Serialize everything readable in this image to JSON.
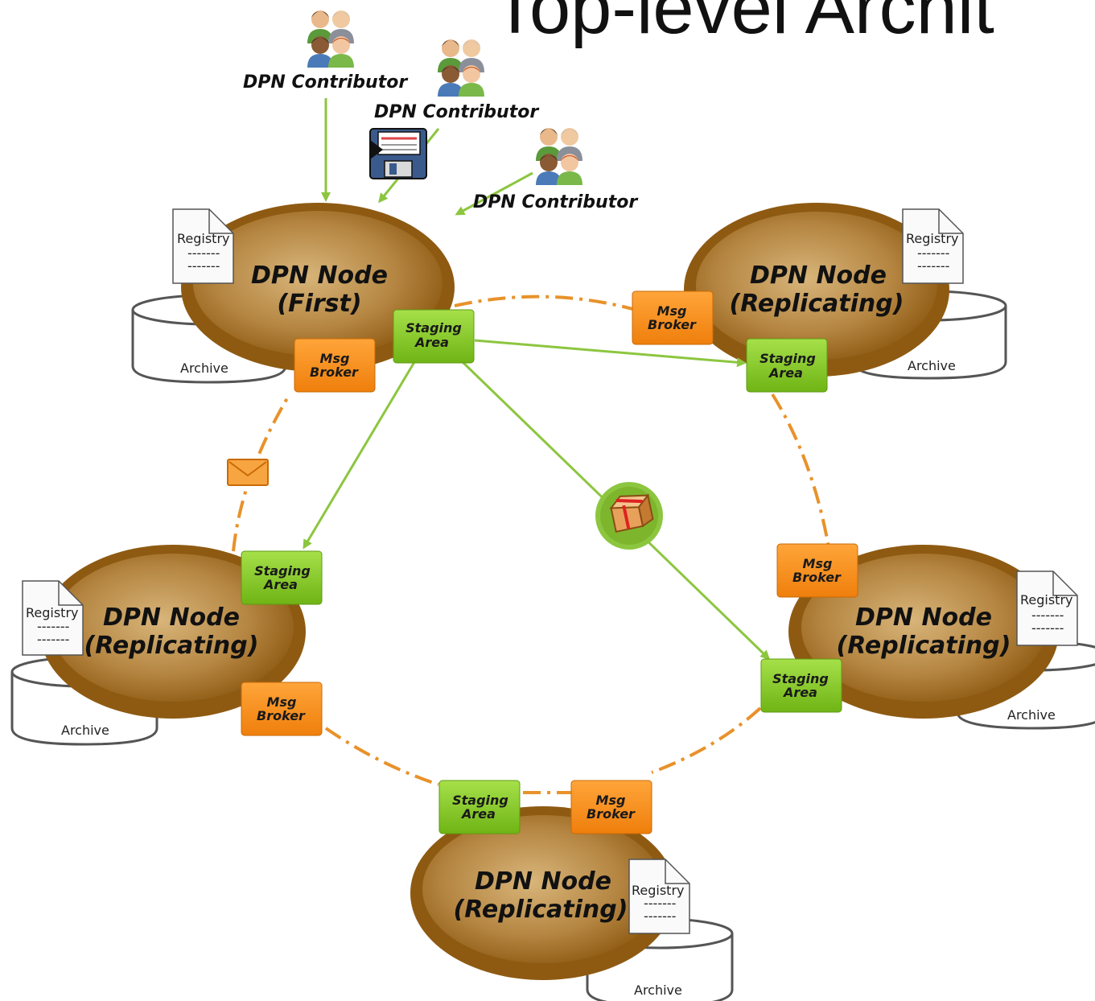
{
  "title": "Top-level Archit",
  "contributor_label": "DPN Contributor",
  "node_title_line1": "DPN Node",
  "nodes": [
    {
      "id": "first",
      "subtitle": "(First)"
    },
    {
      "id": "replicating-top-right",
      "subtitle": "(Replicating)"
    },
    {
      "id": "replicating-left",
      "subtitle": "(Replicating)"
    },
    {
      "id": "replicating-right",
      "subtitle": "(Replicating)"
    },
    {
      "id": "replicating-bottom",
      "subtitle": "(Replicating)"
    }
  ],
  "labels": {
    "registry": "Registry",
    "registry_dashes": "-------",
    "archive": "Archive",
    "staging_line1": "Staging",
    "staging_line2": "Area",
    "msg_line1": "Msg",
    "msg_line2": "Broker"
  },
  "colors": {
    "node_brown": "#8e5a12",
    "node_inner": "#b98d4a",
    "staging_green": "#86c820",
    "msg_orange": "#f7941d",
    "arrow_green": "#8cc63f",
    "ring_dash": "#e8922a"
  },
  "icons": [
    "people-group-icon",
    "floppy-disk-icon",
    "envelope-icon",
    "package-icon"
  ]
}
